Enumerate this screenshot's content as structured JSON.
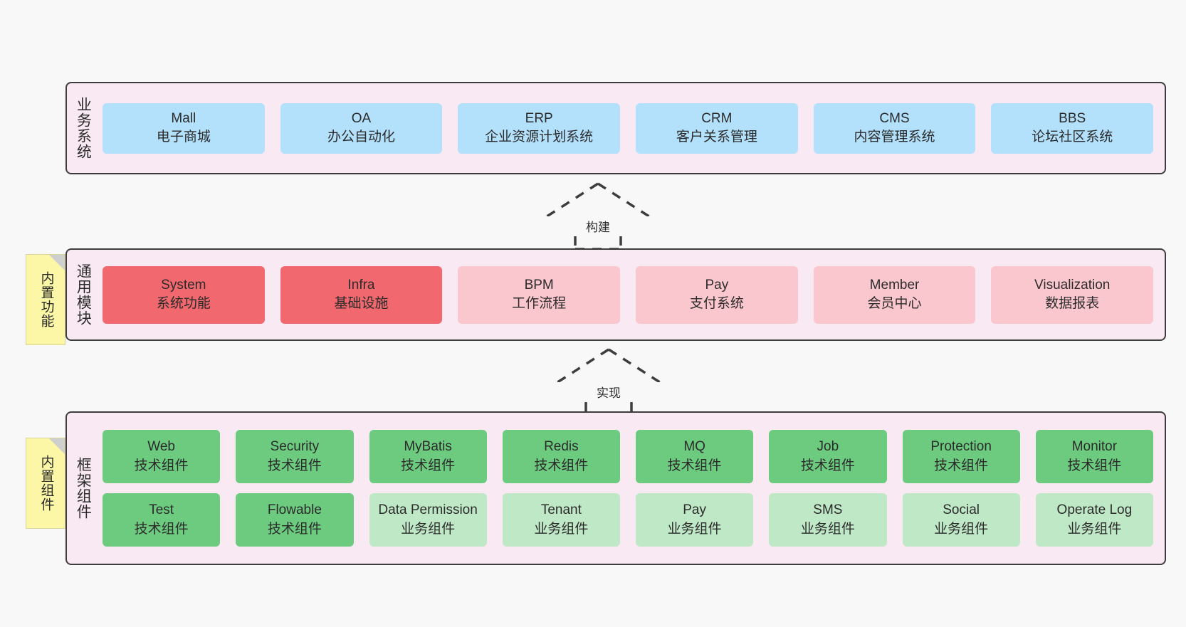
{
  "diagram": {
    "background": "#f8f8f8",
    "panel_bg": "#f8e9f3",
    "panel_border": "#3d3d3d",
    "note_bg": "#fbf7a6",
    "colors": {
      "business": "#b3e0fb",
      "core_module": "#f1686e",
      "module": "#fbc7ce",
      "tech_component": "#6ccb7f",
      "biz_component": "#bfe8c6"
    }
  },
  "layers": [
    {
      "id": "business",
      "title": "业务系统",
      "rows": [
        [
          {
            "name": "Mall",
            "sub": "电子商城",
            "color": "c-blue"
          },
          {
            "name": "OA",
            "sub": "办公自动化",
            "color": "c-blue"
          },
          {
            "name": "ERP",
            "sub": "企业资源计划系统",
            "color": "c-blue"
          },
          {
            "name": "CRM",
            "sub": "客户关系管理",
            "color": "c-blue"
          },
          {
            "name": "CMS",
            "sub": "内容管理系统",
            "color": "c-blue"
          },
          {
            "name": "BBS",
            "sub": "论坛社区系统",
            "color": "c-blue"
          }
        ]
      ]
    },
    {
      "id": "module",
      "title": "通用模块",
      "note": "内置功能",
      "rows": [
        [
          {
            "name": "System",
            "sub": "系统功能",
            "color": "c-red"
          },
          {
            "name": "Infra",
            "sub": "基础设施",
            "color": "c-red"
          },
          {
            "name": "BPM",
            "sub": "工作流程",
            "color": "c-pink"
          },
          {
            "name": "Pay",
            "sub": "支付系统",
            "color": "c-pink"
          },
          {
            "name": "Member",
            "sub": "会员中心",
            "color": "c-pink"
          },
          {
            "name": "Visualization",
            "sub": "数据报表",
            "color": "c-pink"
          }
        ]
      ]
    },
    {
      "id": "frame",
      "title": "框架组件",
      "note": "内置组件",
      "rows": [
        [
          {
            "name": "Web",
            "sub": "技术组件",
            "color": "c-green"
          },
          {
            "name": "Security",
            "sub": "技术组件",
            "color": "c-green"
          },
          {
            "name": "MyBatis",
            "sub": "技术组件",
            "color": "c-green"
          },
          {
            "name": "Redis",
            "sub": "技术组件",
            "color": "c-green"
          },
          {
            "name": "MQ",
            "sub": "技术组件",
            "color": "c-green"
          },
          {
            "name": "Job",
            "sub": "技术组件",
            "color": "c-green"
          },
          {
            "name": "Protection",
            "sub": "技术组件",
            "color": "c-green"
          },
          {
            "name": "Monitor",
            "sub": "技术组件",
            "color": "c-green"
          }
        ],
        [
          {
            "name": "Test",
            "sub": "技术组件",
            "color": "c-green"
          },
          {
            "name": "Flowable",
            "sub": "技术组件",
            "color": "c-green"
          },
          {
            "name": "Data Permission",
            "sub": "业务组件",
            "color": "c-greenlight"
          },
          {
            "name": "Tenant",
            "sub": "业务组件",
            "color": "c-greenlight"
          },
          {
            "name": "Pay",
            "sub": "业务组件",
            "color": "c-greenlight"
          },
          {
            "name": "SMS",
            "sub": "业务组件",
            "color": "c-greenlight"
          },
          {
            "name": "Social",
            "sub": "业务组件",
            "color": "c-greenlight"
          },
          {
            "name": "Operate Log",
            "sub": "业务组件",
            "color": "c-greenlight"
          }
        ]
      ]
    }
  ],
  "arrows": [
    {
      "id": "build",
      "label": "构建"
    },
    {
      "id": "realize",
      "label": "实现"
    }
  ]
}
